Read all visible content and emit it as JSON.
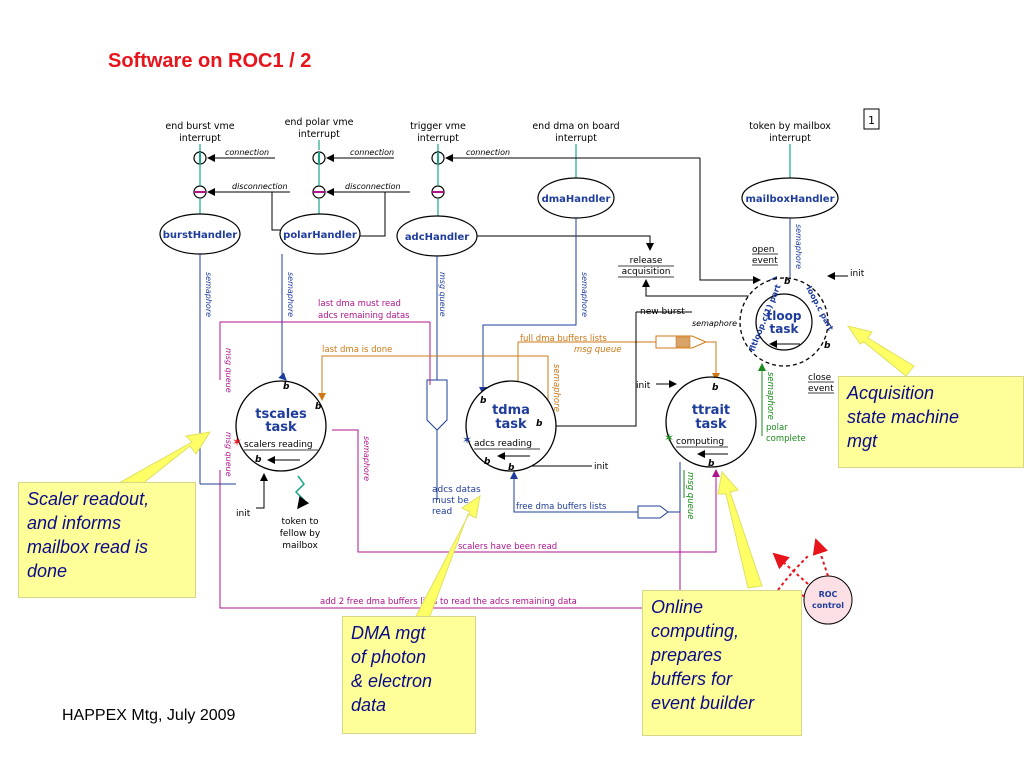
{
  "title": "Software  on  ROC1 / 2",
  "footer": "HAPPEX  Mtg,  July 2009",
  "page_number": "1",
  "colors": {
    "title": "#e8141c",
    "handler": "#1e3c9b",
    "magenta": "#b0148c",
    "orange": "#d07814",
    "green": "#1a8a1a",
    "note_bg": "#ffff99",
    "note_text": "#0b0b8a",
    "arrow": "#ffff66"
  },
  "interrupts": {
    "end_burst": [
      "end burst vme",
      "interrupt"
    ],
    "end_polar": [
      "end polar vme",
      "interrupt"
    ],
    "trigger": [
      "trigger vme",
      "interrupt"
    ],
    "end_dma": [
      "end dma on board",
      "interrupt"
    ],
    "token": [
      "token by mailbox",
      "interrupt"
    ]
  },
  "labels": {
    "connection": "connection",
    "disconnection": "disconnection",
    "release_acq": [
      "release",
      "acquisition"
    ],
    "open_event": [
      "open",
      "event"
    ],
    "close_event": [
      "close",
      "event"
    ],
    "init": "init",
    "new_burst": "new burst",
    "semaphore": "semaphore",
    "msg_queue": "msg queue",
    "last_dma_must_read": [
      "last dma must read",
      "adcs remaining datas"
    ],
    "last_dma_done": "last dma is done",
    "full_dma": "full dma buffers lists",
    "adcs_datas": [
      "adcs datas",
      "must be",
      "read"
    ],
    "free_dma": "free dma buffers lists",
    "scalers_read": "scalers have been read",
    "add_free": "add 2 free dma buffers lists to read the adcs remaining data",
    "polar_complete": [
      "polar",
      "complete"
    ],
    "token_fellow": [
      "token to",
      "fellow  by",
      "mailbox"
    ],
    "roc_control": [
      "ROC",
      "control"
    ]
  },
  "handlers": {
    "burst": "burstHandler",
    "polar": "polarHandler",
    "adc": "adcHandler",
    "dma": "dmaHandler",
    "mailbox": "mailboxHandler"
  },
  "tasks": {
    "tscales": [
      "tscales",
      "task"
    ],
    "tdma": [
      "tdma",
      "task"
    ],
    "ttrait": [
      "ttrait",
      "task"
    ],
    "tloop": [
      "tloop",
      "task"
    ]
  },
  "task_inner": {
    "scalers": "scalers  reading",
    "adcs": "adcs   reading",
    "computing": "computing"
  },
  "tloop_ring": {
    "left": "fltloop.c(1) part",
    "right": "loop.c  part"
  },
  "notes": {
    "scaler": [
      "Scaler readout,",
      "and informs",
      "mailbox read is",
      "done"
    ],
    "dma": [
      "DMA  mgt",
      "of   photon",
      "& electron",
      "data"
    ],
    "online": [
      "Online",
      "computing,",
      "prepares",
      "buffers for",
      "event builder"
    ],
    "acq": [
      "Acquisition",
      "state machine",
      "mgt"
    ]
  }
}
